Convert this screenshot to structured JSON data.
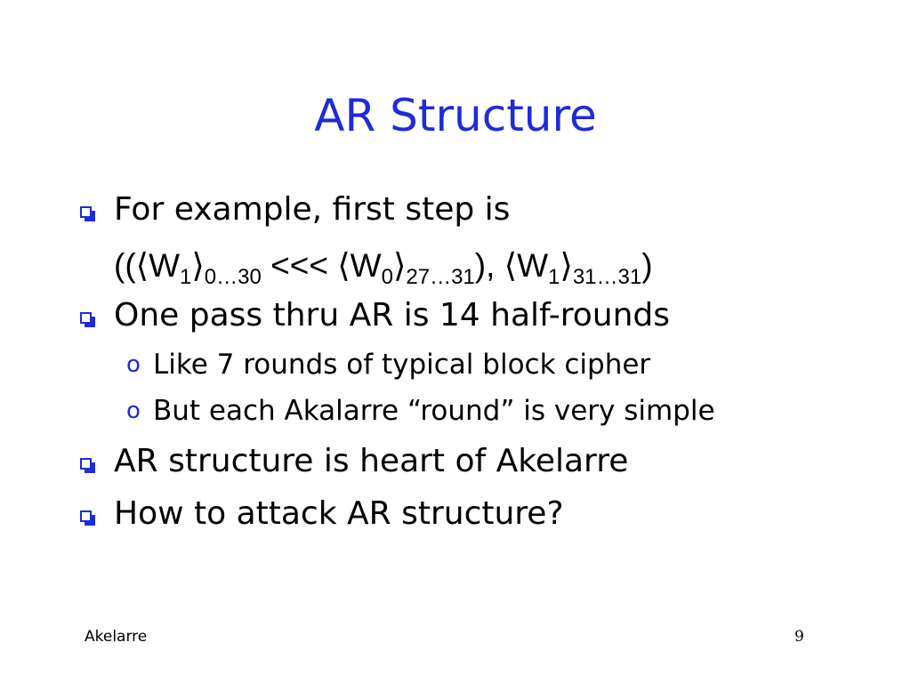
{
  "slide": {
    "title": "AR Structure",
    "bullets": [
      {
        "text": "For example, first step is"
      },
      {
        "text": "One pass thru AR is 14 half-rounds"
      },
      {
        "text": "AR structure is heart of Akelarre"
      },
      {
        "text": "How to attack AR structure?"
      }
    ],
    "formula": {
      "open": "((⟨W",
      "w1_sub": "1",
      "close1": "⟩",
      "range1": "0…30",
      "rot": " <<< ⟨W",
      "w0_sub": "0",
      "close2": "⟩",
      "range2": "27…31",
      "mid": "), ⟨W",
      "w1b_sub": "1",
      "close3": "⟩",
      "range3": "31…31",
      "end": ")"
    },
    "sub_bullets": [
      {
        "marker": "o",
        "text": "Like 7 rounds of typical block cipher"
      },
      {
        "marker": "o",
        "text": "But each Akalarre “round” is very simple"
      }
    ]
  },
  "footer": {
    "left": "Akelarre",
    "page_number": "9"
  },
  "colors": {
    "accent": "#1f2bd8"
  }
}
